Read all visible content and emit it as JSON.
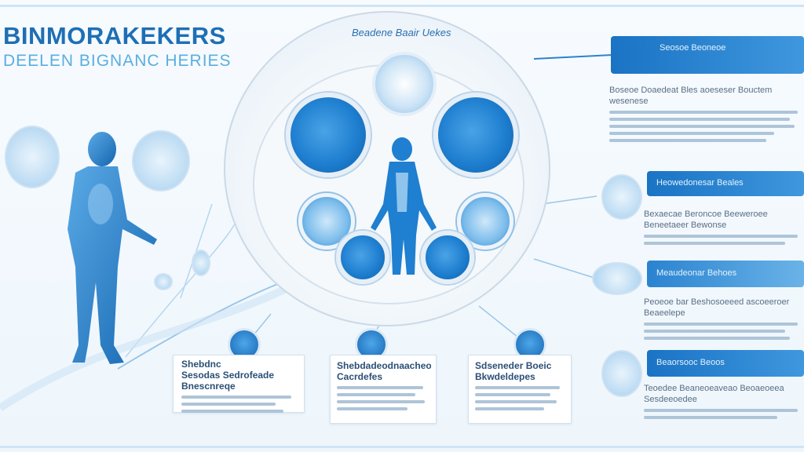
{
  "header": {
    "title": "BINMORAKEKERS",
    "subtitle": "DEELEN BIGNANC HERIES"
  },
  "diagram": {
    "circle_title": "Beadene Baair Uekes"
  },
  "cards": [
    {
      "heading": "Shebdnc",
      "subheading": "Sesodas Sedrofeade Bnescnreqe"
    },
    {
      "heading": "Shebdadeodnaacheo Cacrdefes",
      "subheading": ""
    },
    {
      "heading": "Sdseneder Boeic Bkwdeldepes",
      "subheading": ""
    }
  ],
  "right_panels": [
    {
      "title": "Seosoe Beoneoe",
      "body": "Boseoe Doaedeat Bles aoeseser Bouctem wesenese"
    },
    {
      "title": "Heowedonesar Beales",
      "body": "Bexaecae Beroncoe Beeweroee Beneetaeer Bewonse"
    },
    {
      "title": "Meaudeonar Behoes",
      "body": "Peoeoe bar Beshosoeeed ascoeeroer Beaeelepe"
    },
    {
      "title": "Beaorsooc Beoos",
      "body": "Teoedee Beaneoeaveao Beoaeoeea Sesdeeoedee"
    }
  ],
  "colors": {
    "primary": "#1e6fb5",
    "accent": "#5aaee0",
    "panel": "#1a73c4"
  }
}
